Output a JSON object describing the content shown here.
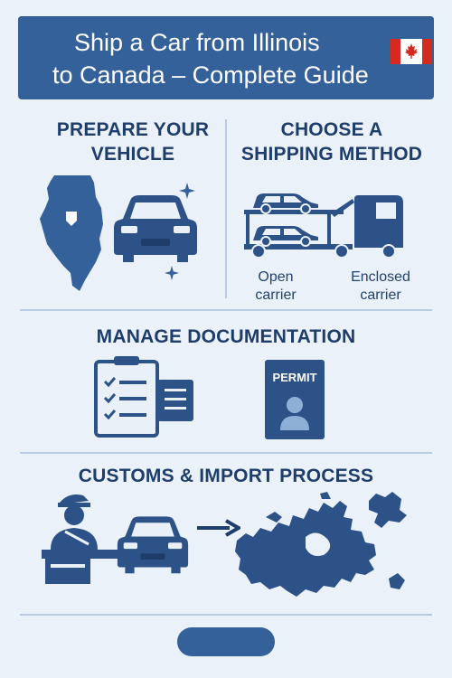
{
  "banner": {
    "title_line1": "Ship a Car from Illinois",
    "title_line2": "to Canada – Complete Guide",
    "flag_icon": "canada-flag-icon"
  },
  "sections": {
    "prepare": {
      "title_line1": "PREPARE YOUR",
      "title_line2": "VEHICLE"
    },
    "shipping": {
      "title_line1": "CHOOSE A",
      "title_line2": "SHIPPING METHOD",
      "open_line1": "Open",
      "open_line2": "carrier",
      "enclosed_line1": "Enclosed",
      "enclosed_line2": "carrier"
    },
    "documentation": {
      "title": "MANAGE DOCUMENTATION",
      "permit_label": "PERMIT"
    },
    "customs": {
      "title": "CUSTOMS & IMPORT PROCESS"
    }
  },
  "colors": {
    "primary": "#35619a",
    "dark": "#1f3d6b",
    "background": "#eaf1f8",
    "accent_red": "#d52b1e"
  }
}
